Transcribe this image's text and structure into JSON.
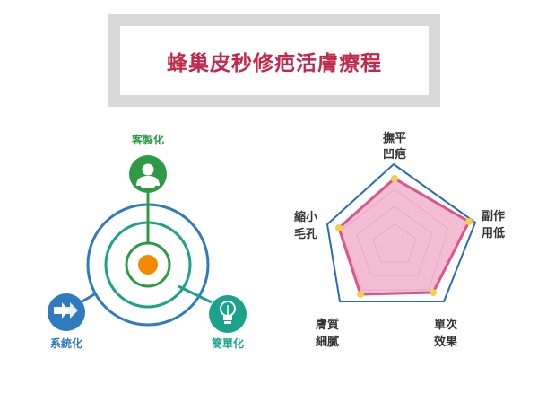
{
  "title": "蜂巢皮秒修疤活膚療程",
  "features": {
    "custom": "客製化",
    "simple": "簡單化",
    "system": "系統化"
  },
  "radar": {
    "axes": [
      [
        "撫平",
        "凹疤"
      ],
      [
        "副作",
        "用低"
      ],
      [
        "單次",
        "效果"
      ],
      [
        "膚質",
        "細膩"
      ],
      [
        "縮小",
        "毛孔"
      ]
    ]
  },
  "colors": {
    "title": "#c0294b",
    "green": "#2e9a45",
    "teal": "#1aa38a",
    "blue": "#2e7bbf",
    "orange": "#f28a00",
    "radar_fill": "#f1b3cc",
    "radar_stroke": "#d9558c",
    "radar_outline": "#2b6cb0",
    "radar_point": "#f2d04b"
  },
  "icons": {
    "custom": "person-icon",
    "simple": "lightbulb-icon",
    "system": "arrows-icon"
  }
}
